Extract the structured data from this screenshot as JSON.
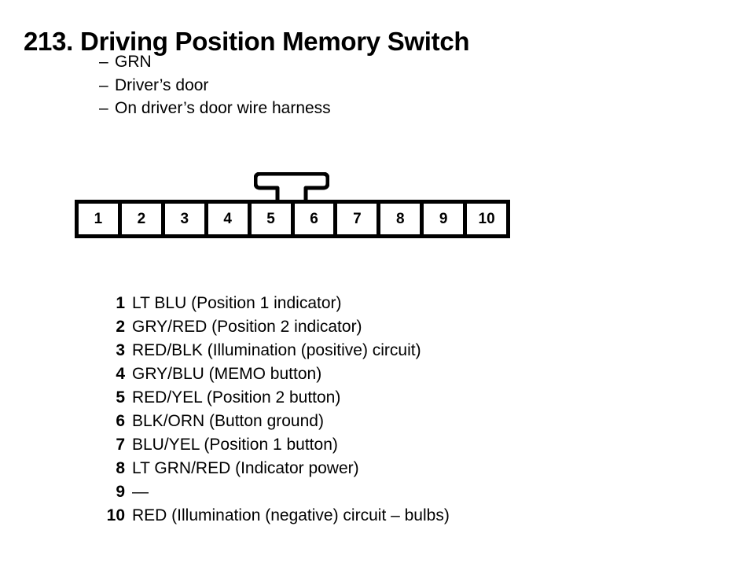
{
  "document": {
    "title_number": "213.",
    "title_text": "Driving Position Memory Switch",
    "subtitles": [
      {
        "dash": "–",
        "text": "GRN"
      },
      {
        "dash": "–",
        "text": "Driver’s door"
      },
      {
        "dash": "–",
        "text": "On driver’s door wire harness"
      }
    ]
  },
  "connector": {
    "pin_count": 10,
    "latch_tab": "connector-latch-tab",
    "pins": [
      {
        "number": "1"
      },
      {
        "number": "2"
      },
      {
        "number": "3"
      },
      {
        "number": "4"
      },
      {
        "number": "5"
      },
      {
        "number": "6"
      },
      {
        "number": "7"
      },
      {
        "number": "8"
      },
      {
        "number": "9"
      },
      {
        "number": "10"
      }
    ]
  },
  "legend": {
    "rows": [
      {
        "number": "1",
        "description": "LT BLU (Position 1 indicator)"
      },
      {
        "number": "2",
        "description": "GRY/RED (Position 2 indicator)"
      },
      {
        "number": "3",
        "description": "RED/BLK (Illumination (positive) circuit)"
      },
      {
        "number": "4",
        "description": "GRY/BLU (MEMO button)"
      },
      {
        "number": "5",
        "description": "RED/YEL (Position 2 button)"
      },
      {
        "number": "6",
        "description": "BLK/ORN (Button ground)"
      },
      {
        "number": "7",
        "description": "BLU/YEL (Position 1 button)"
      },
      {
        "number": "8",
        "description": "LT GRN/RED (Indicator power)"
      },
      {
        "number": "9",
        "description": "—"
      },
      {
        "number": "10",
        "description": "RED (Illumination (negative) circuit – bulbs)"
      }
    ]
  },
  "colors": {
    "ink": "#000000",
    "page": "#ffffff"
  }
}
